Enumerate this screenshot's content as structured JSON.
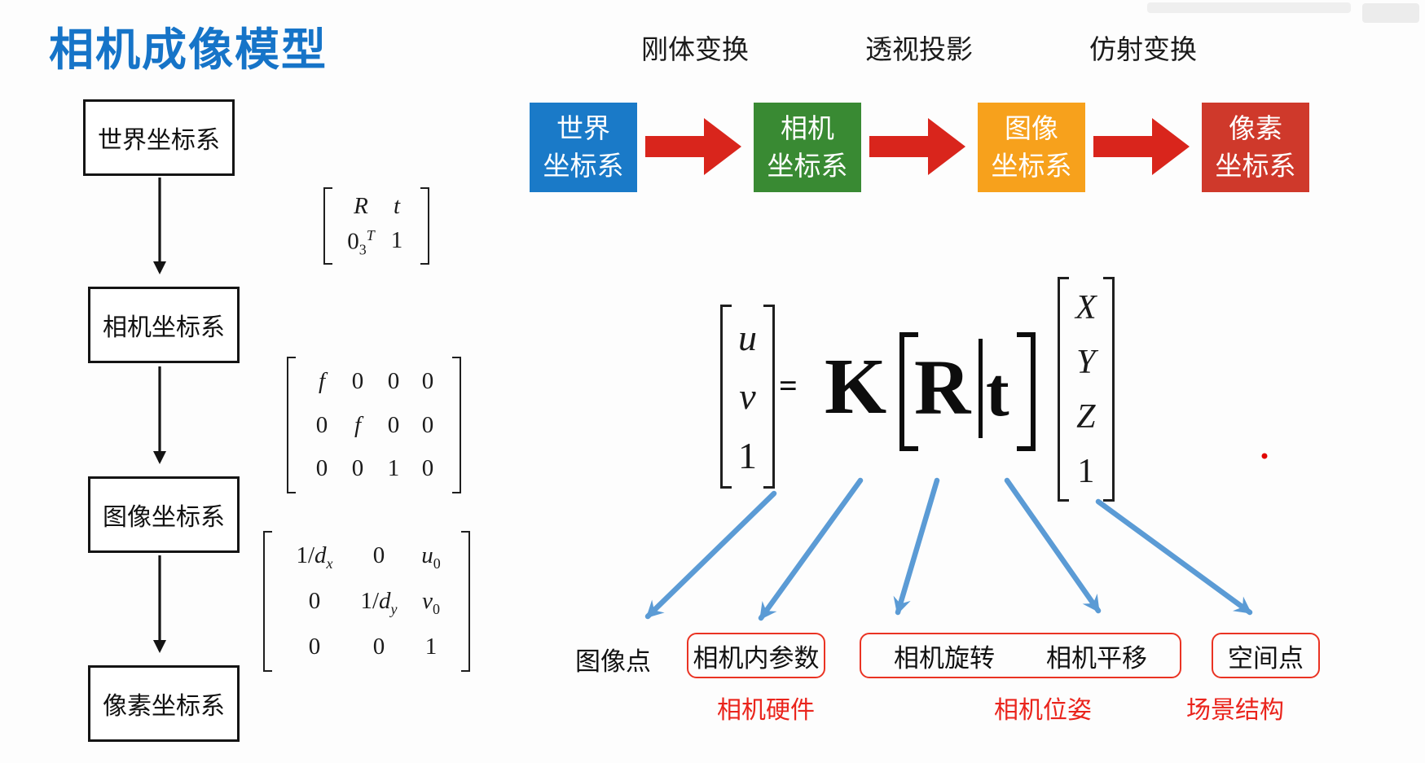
{
  "slide": {
    "title": "相机成像模型",
    "title_color": "#1674c8",
    "pipeline": {
      "transform_labels": [
        "刚体变换",
        "透视投影",
        "仿射变换"
      ],
      "nodes": [
        {
          "line1": "世界",
          "line2": "坐标系",
          "color": "#1a7ac8"
        },
        {
          "line1": "相机",
          "line2": "坐标系",
          "color": "#398a33"
        },
        {
          "line1": "图像",
          "line2": "坐标系",
          "color": "#f7a11c"
        },
        {
          "line1": "像素",
          "line2": "坐标系",
          "color": "#cf392b"
        }
      ],
      "arrow_color": "#d9251c"
    },
    "left_flow": {
      "nodes": [
        "世界坐标系",
        "相机坐标系",
        "图像坐标系",
        "像素坐标系"
      ],
      "matrix_rt": {
        "rows": [
          [
            "R",
            "t"
          ],
          [
            "0_3^T",
            "1"
          ]
        ]
      },
      "matrix_projection": {
        "rows": [
          [
            "f",
            "0",
            "0",
            "0"
          ],
          [
            "0",
            "f",
            "0",
            "0"
          ],
          [
            "0",
            "0",
            "1",
            "0"
          ]
        ]
      },
      "matrix_pixel": {
        "rows": [
          [
            "1/d_x",
            "0",
            "u_0"
          ],
          [
            "0",
            "1/d_y",
            "v_0"
          ],
          [
            "0",
            "0",
            "1"
          ]
        ]
      }
    },
    "equation": {
      "lhs_vector": {
        "rows": [
          [
            "u"
          ],
          [
            "v"
          ],
          [
            "1"
          ]
        ]
      },
      "equals": "=",
      "k": "K",
      "r": "R",
      "t": "t",
      "rhs_vector": {
        "rows": [
          [
            "X"
          ],
          [
            "Y"
          ],
          [
            "Z"
          ],
          [
            "1"
          ]
        ]
      }
    },
    "annotations": {
      "image_point": "图像点",
      "intrinsics": "相机内参数",
      "rotation": "相机旋转",
      "translation": "相机平移",
      "space_point": "空间点",
      "notes": [
        "相机硬件",
        "相机位姿",
        "场景结构"
      ],
      "arrow_color": "#5b9bd5",
      "accent_red": "#ea3323"
    }
  }
}
